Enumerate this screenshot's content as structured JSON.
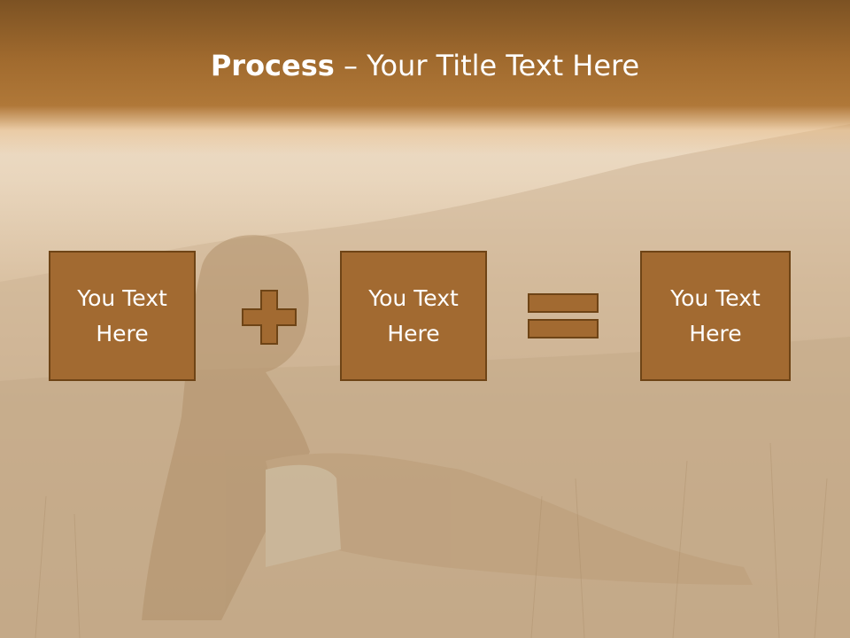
{
  "title": {
    "bold": "Process",
    "rest": " – Your Title Text Here"
  },
  "boxes": [
    {
      "label": "You Text Here"
    },
    {
      "label": "You Text Here"
    },
    {
      "label": "You Text Here"
    }
  ],
  "operators": [
    "plus-icon",
    "equals-icon"
  ],
  "colors": {
    "box_fill": "#a26a31",
    "box_border": "#6e4416",
    "title_bar": "#a06a2e",
    "text": "#ffffff"
  }
}
